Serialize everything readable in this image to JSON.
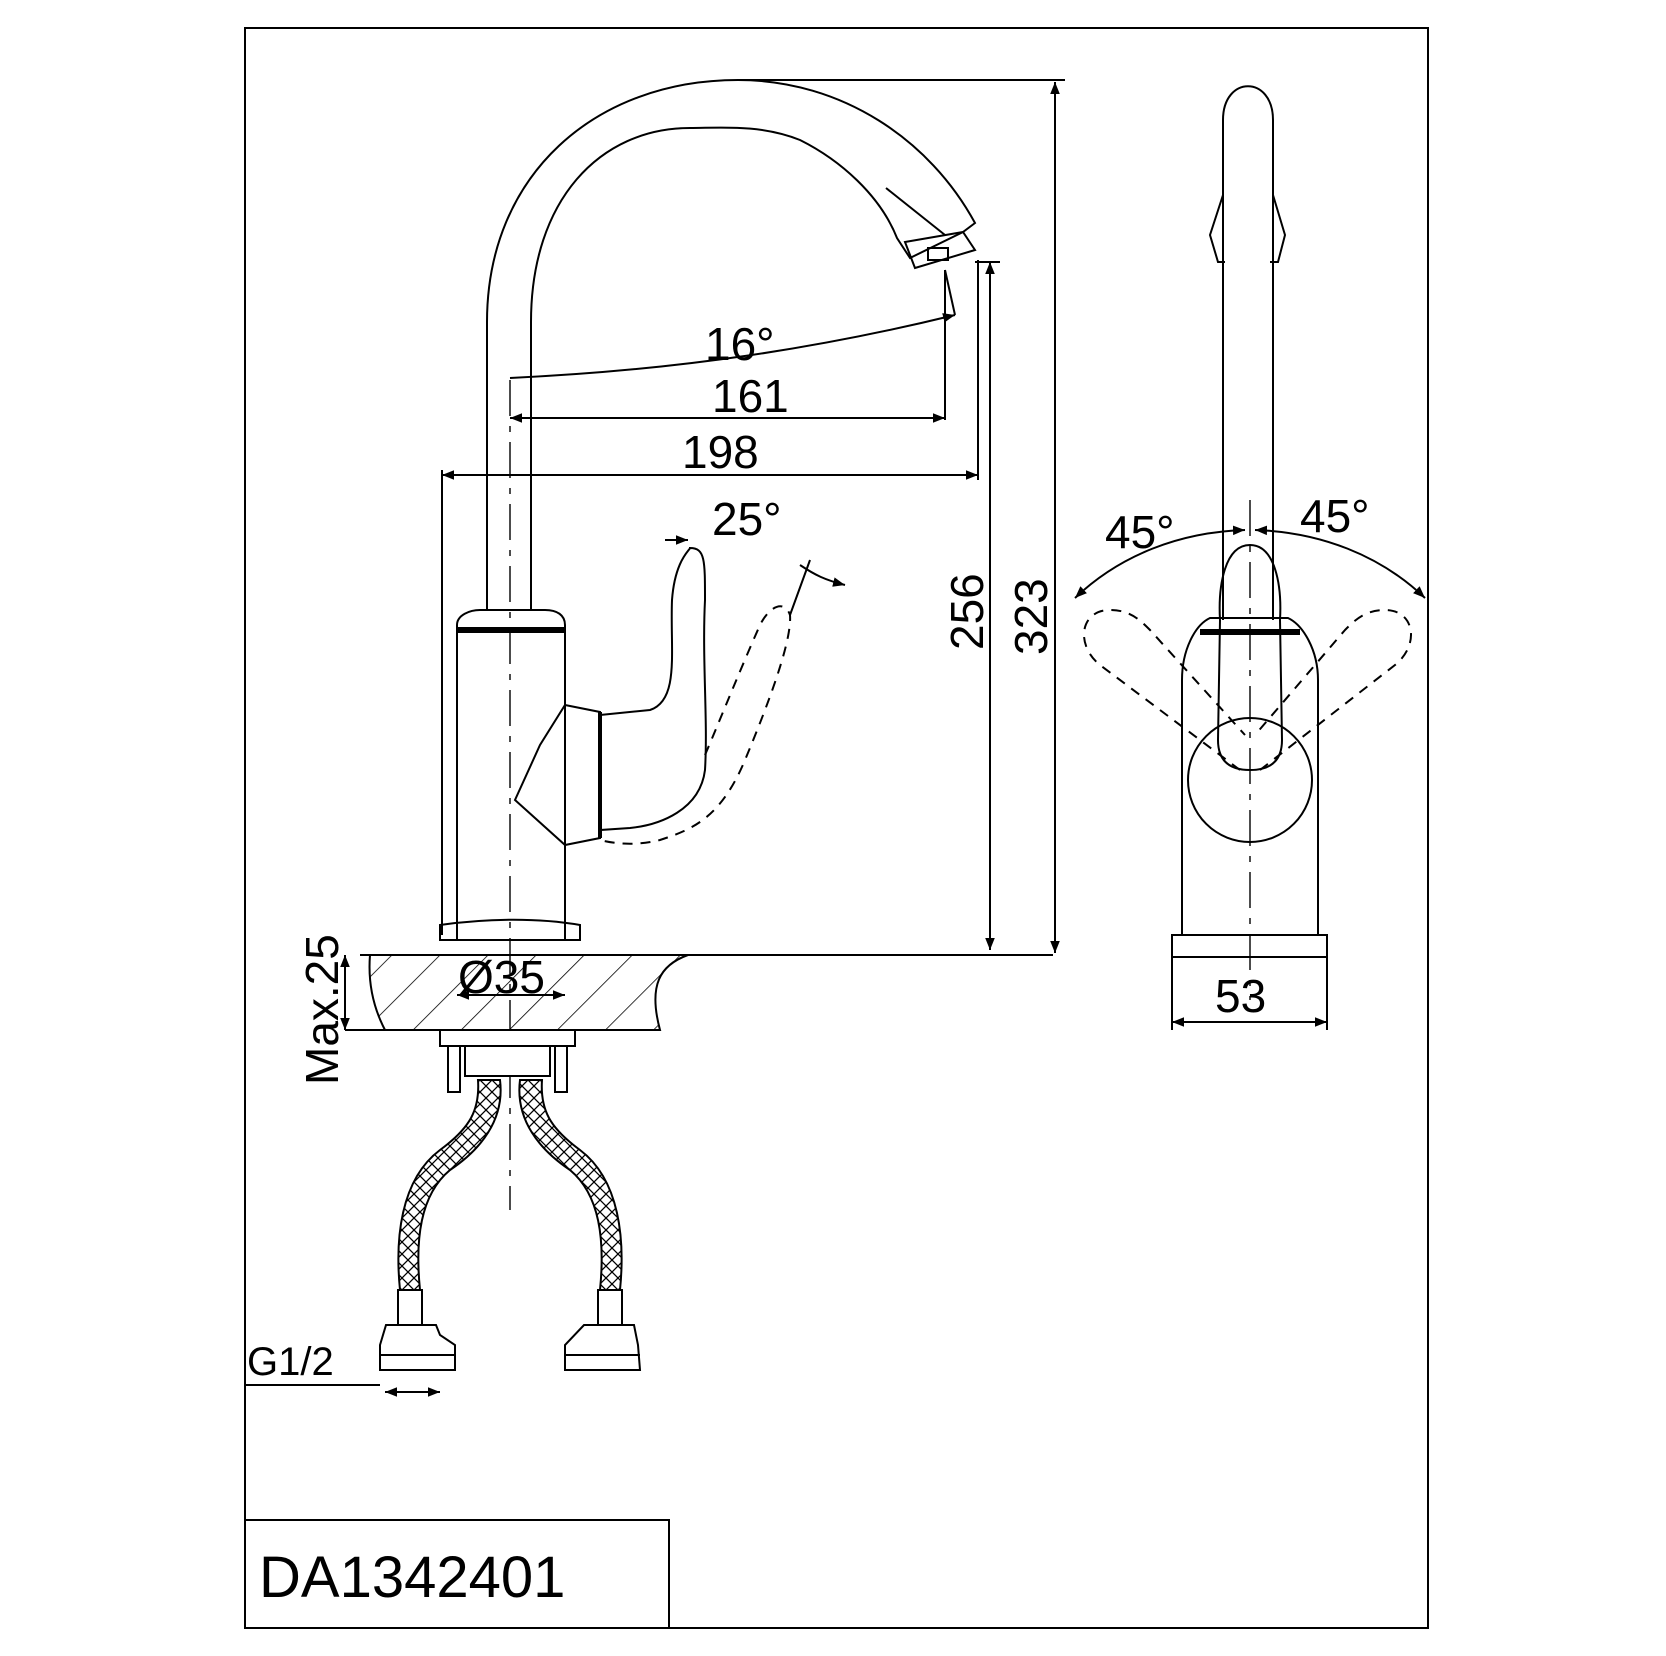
{
  "title_block": {
    "model": "DA1342401"
  },
  "side_view": {
    "spout_angle": "16°",
    "spout_reach": "161",
    "overall_reach": "198",
    "lever_angle": "25°",
    "spout_height": "256",
    "overall_height": "323",
    "base_diameter": "Ø35",
    "max_deck_thickness": "Max.25",
    "hose_thread": "G1/2"
  },
  "front_view": {
    "left_rotation": "45°",
    "right_rotation": "45°",
    "base_width": "53"
  },
  "colors": {
    "line": "#000000",
    "background": "#ffffff"
  }
}
